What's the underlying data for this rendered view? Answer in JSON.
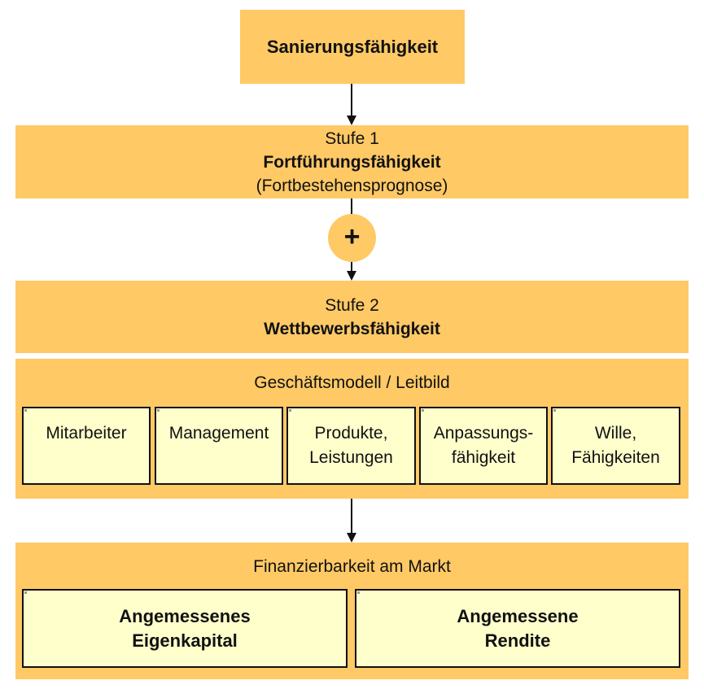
{
  "top": {
    "title": "Sanierungsfähigkeit"
  },
  "stufe1": {
    "label": "Stufe 1",
    "title": "Fortführungsfähigkeit",
    "subtitle": "(Fortbestehensprognose)"
  },
  "connector": {
    "plus_symbol": "+"
  },
  "stufe2": {
    "label": "Stufe 2",
    "title": "Wettbewerbsfähigkeit"
  },
  "geschaeftsmodell": {
    "title": "Geschäftsmodell / Leitbild",
    "items": [
      {
        "line1": "Mitarbeiter",
        "line2": ""
      },
      {
        "line1": "Management",
        "line2": ""
      },
      {
        "line1": "Produkte,",
        "line2": "Leistungen"
      },
      {
        "line1": "Anpassungs-",
        "line2": "fähigkeit"
      },
      {
        "line1": "Wille,",
        "line2": "Fähigkeiten"
      }
    ]
  },
  "finanzierbarkeit": {
    "title": "Finanzierbarkeit am Markt",
    "items": [
      {
        "line1": "Angemessenes",
        "line2": "Eigenkapital"
      },
      {
        "line1": "Angemessene",
        "line2": "Rendite"
      }
    ]
  },
  "colors": {
    "orange": "#ffc966",
    "cream": "#ffffcc",
    "line": "#111111"
  }
}
